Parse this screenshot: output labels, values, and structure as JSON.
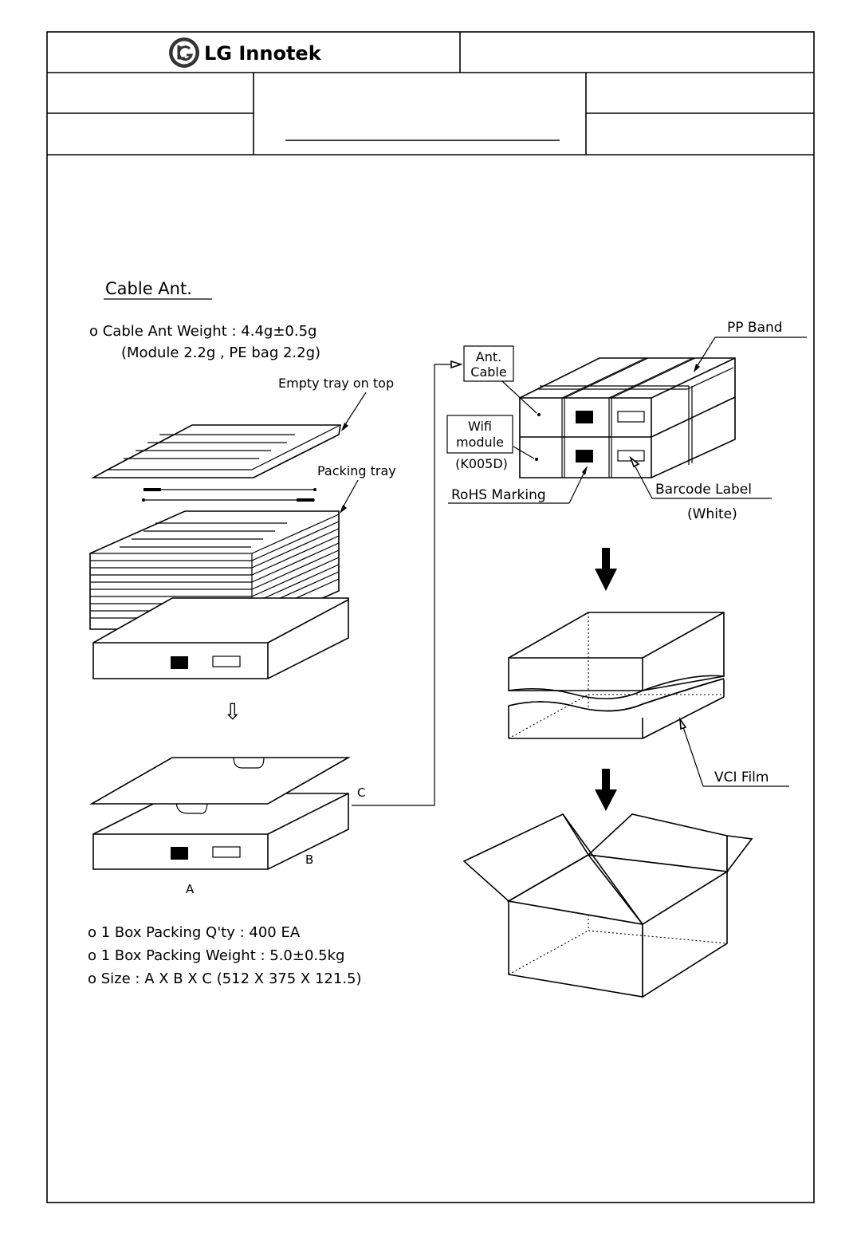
{
  "header": {
    "company": "LG Innotek"
  },
  "diagram": {
    "section_title": "Cable Ant.",
    "weight_line1": "o Cable Ant Weight : 4.4g±0.5g",
    "weight_line2": "(Module 2.2g , PE bag 2.2g)",
    "empty_tray_label": "Empty tray on top",
    "packing_tray_label": "Packing tray",
    "pp_band_label": "PP Band",
    "ant_cable_line1": "Ant.",
    "ant_cable_line2": "Cable",
    "wifi_line1": "Wifi",
    "wifi_line2": "module",
    "wifi_line3": "(K005D)",
    "rohs_marking_label": "RoHS Marking",
    "barcode_label_line1": "Barcode Label",
    "barcode_label_line2": "(White)",
    "vci_film_label": "VCI Film",
    "dim_a": "A",
    "dim_b": "B",
    "dim_c": "C",
    "arrow_glyph": "⇩",
    "rohs_glyph": "RoHS",
    "qty_line": "o 1 Box Packing Q'ty : 400 EA",
    "box_weight_line": "o 1 Box Packing Weight : 5.0±0.5kg",
    "size_line": "o Size : A X B X C (512 X 375 X 121.5)"
  }
}
